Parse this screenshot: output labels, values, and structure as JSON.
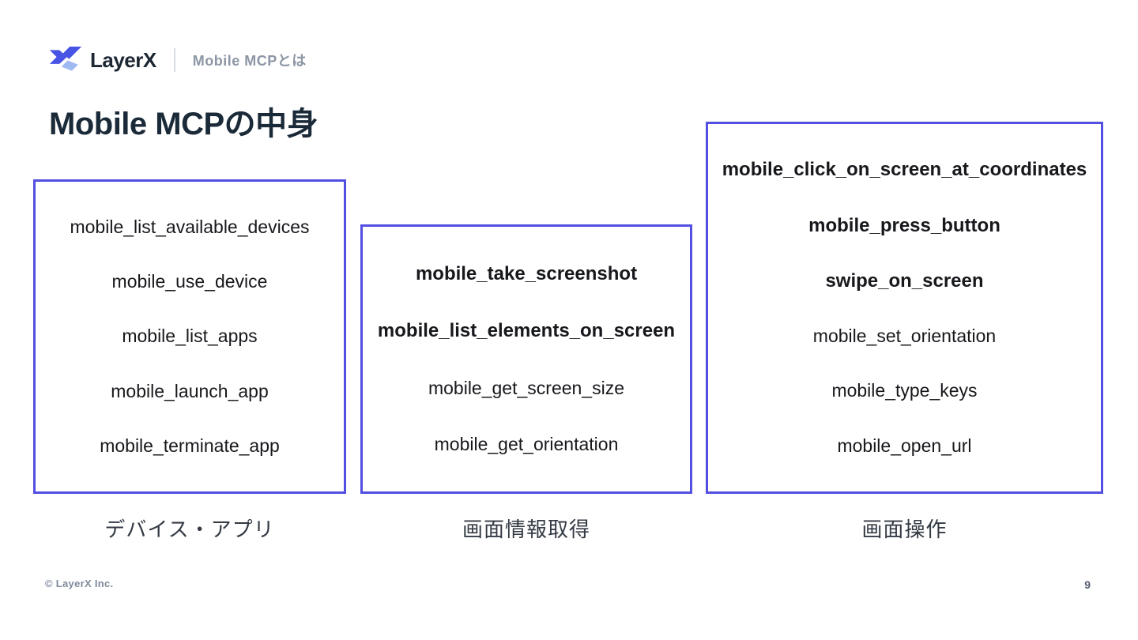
{
  "slide": {
    "header": {
      "brand": "LayerX",
      "subtitle": "Mobile MCPとは"
    },
    "title": "Mobile MCPの中身",
    "columns": [
      {
        "caption": "デバイス・アプリ",
        "items": [
          {
            "label": "mobile_list_available_devices",
            "bold": false
          },
          {
            "label": "mobile_use_device",
            "bold": false
          },
          {
            "label": "mobile_list_apps",
            "bold": false
          },
          {
            "label": "mobile_launch_app",
            "bold": false
          },
          {
            "label": "mobile_terminate_app",
            "bold": false
          }
        ]
      },
      {
        "caption": "画面情報取得",
        "items": [
          {
            "label": "mobile_take_screenshot",
            "bold": true
          },
          {
            "label": "mobile_list_elements_on_screen",
            "bold": true
          },
          {
            "label": "mobile_get_screen_size",
            "bold": false
          },
          {
            "label": "mobile_get_orientation",
            "bold": false
          }
        ]
      },
      {
        "caption": "画面操作",
        "items": [
          {
            "label": "mobile_click_on_screen_at_coordinates",
            "bold": true
          },
          {
            "label": "mobile_press_button",
            "bold": true
          },
          {
            "label": "swipe_on_screen",
            "bold": true
          },
          {
            "label": "mobile_set_orientation",
            "bold": false
          },
          {
            "label": "mobile_type_keys",
            "bold": false
          },
          {
            "label": "mobile_open_url",
            "bold": false
          }
        ]
      }
    ],
    "footer": {
      "copyright": "© LayerX Inc.",
      "page_number": "9"
    },
    "colors": {
      "accent_border": "#534fe0",
      "logo_primary": "#4754e4",
      "logo_light": "#9fb9f2",
      "title_text": "#1b2a38",
      "header_subtitle": "#8d96a5",
      "body_text": "#17181c",
      "footer_text": "#7e8a9a"
    }
  }
}
